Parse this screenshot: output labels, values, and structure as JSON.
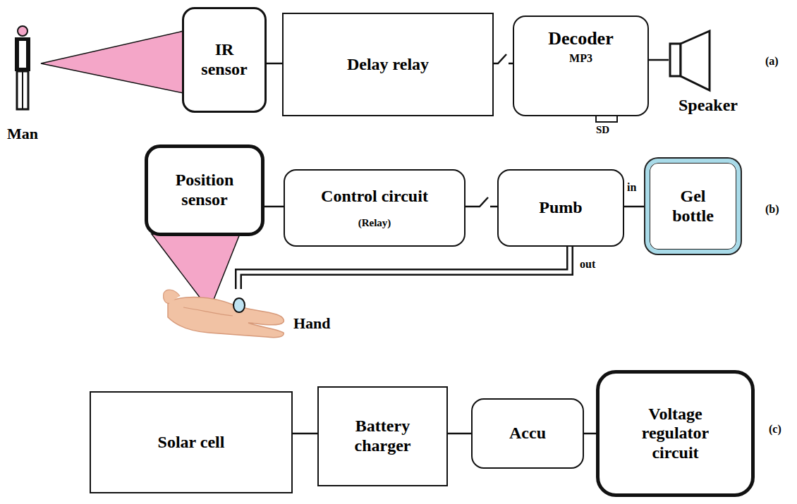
{
  "diagram": {
    "nodes": [
      {
        "text": [
          "IR sensor"
        ]
      },
      {
        "text": [
          "Delay relay"
        ]
      },
      {
        "text": [
          "Decoder",
          "MP3"
        ]
      },
      {
        "text": [
          "Speaker"
        ]
      },
      {
        "text": [
          "Position sensor"
        ]
      },
      {
        "text": [
          "Control circuit",
          "(Relay)"
        ]
      },
      {
        "text": [
          "Pumb"
        ]
      },
      {
        "text": [
          "Gel bottle"
        ]
      },
      {
        "text": [
          "Solar cell"
        ]
      },
      {
        "text": [
          "Battery charger"
        ]
      },
      {
        "text": [
          "Accu"
        ]
      },
      {
        "text": [
          "Voltage regulator circuit"
        ]
      }
    ],
    "edges": [
      {
        "from": 0,
        "to": 1,
        "arrow": "none"
      },
      {
        "from": 1,
        "to": 2,
        "arrow": "none"
      },
      {
        "from": 2,
        "to": 3,
        "arrow": "none"
      },
      {
        "from": 4,
        "to": 5,
        "arrow": "none"
      },
      {
        "from": 5,
        "to": 6,
        "arrow": "none"
      },
      {
        "from": 6,
        "to": 7,
        "label": "in",
        "arrow": "none"
      },
      {
        "from": 8,
        "to": 9,
        "arrow": "none"
      },
      {
        "from": 9,
        "to": 10,
        "arrow": "none"
      },
      {
        "from": 10,
        "to": 11,
        "arrow": "none"
      }
    ],
    "labels": [
      "Man",
      "SD",
      "(a)",
      "out",
      "Hand",
      "(b)",
      "(c)"
    ]
  }
}
